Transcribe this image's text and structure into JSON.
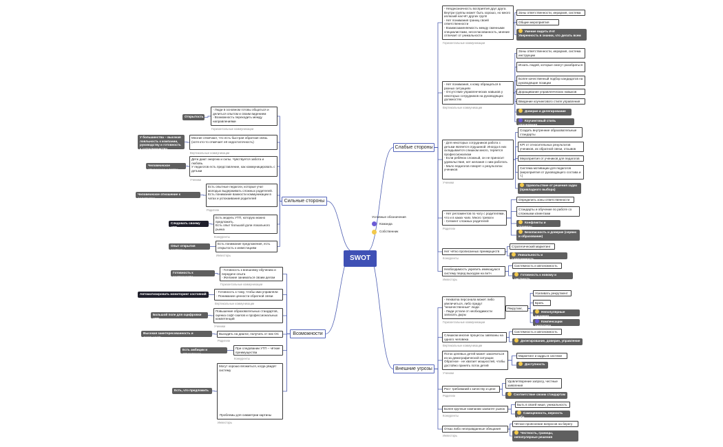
{
  "center": "SWOT",
  "legend": {
    "title": "Условные обозначения",
    "items": [
      "Команда",
      "Собственник"
    ]
  },
  "branches": {
    "strengths": "Сильные стороны",
    "weaknesses": "Слабые стороны",
    "opportunities": "Возможности",
    "threats": "Внешние угрозы"
  },
  "s": {
    "g1_text": "- Люди в основном готовы общаться и делиться опытом и своим видением\n- Возможность переходить между направлениями",
    "g1_cap": "Горизонтальные коммуникации",
    "g1_tag": "Открытость",
    "g2_text": "Многие отмечают, что есть быстрая обратная связь (хотя кто-то отмечает её недостаточность)",
    "g2_cap": "Вертикальные коммуникации",
    "g2_tag": "У большинства – высокая лояльность к компании, руководству и готовность к сотрудничеству",
    "g3_text": "Дети дают энергию и силы. Чувствуется забота и любовь.\nУ педагогов есть представление, как коммуницировать с детьми",
    "g3_cap": "Ученики",
    "g3_tag": "Человеческое отношение к детям",
    "g4_text": "Есть опытные педагоги, которые учат молодых выдерживать сложных родителей.\nЕсть понимание важности коммуникации в чатах и успокаивания родителей",
    "g4_cap": "Родители",
    "g4_tag": "Человеческое отношение к родителям",
    "g5_text": "Есть модель УТП, которую можно предложить.\nЕсть опыт большой доли локального рынка",
    "g5_cap": "Конкуренты",
    "g5_tag": "Следовать своему УТП",
    "g6_text": "Есть понимание предложения, есть открытость к инвестициям",
    "g6_cap": "Инвесторы",
    "g6_tag": "Опыт открытия системы"
  },
  "o": {
    "g1_text": "- Готовность к внешнему обучению и передаче опыта\n- Желание заниматься своим делом",
    "g1_cap": "Горизонтальные коммуникации",
    "g1_tag": "Готовность к системности",
    "g2_text": "- Готовность к тому, чтобы ими управляли\n- Понимание ценности обратной связи",
    "g2_cap": "Вертикальные коммуникации",
    "g2_tag": "Автоматизировать мониторинг состояний",
    "g3_text": "Повышение образовательных стандартов, оценка софт-скилов и профессиональных компетенций",
    "g3_cap": "Ученики",
    "g3_tag": "Большой поле для оцифровки УТП",
    "g4_text": "Выходить на диалог, получать от них ОС",
    "g4_cap": "Родители",
    "g4_tag": "Высокая заинтересованность и лояльность",
    "g5_text": "При следовании УТП – чёткие преимущества",
    "g5_cap": "Конкуренты",
    "g5_tag": "Есть амбиции и стремление",
    "g6_text_a": "Могут хорошо вложиться, когда увидят систему",
    "g6_text_b": "Проблемы для симметрии картины",
    "g6_cap": "Инвесторы",
    "g6_tag": "Есть, что предложить"
  },
  "w": {
    "g1_text": "- Неоднозначность восприятия друг друга. Внутри группы может быть хорошо, но много иллюзий насчёт других групп\n- Нет понимания границ своей ответственности\n- Взаимозаменяемость между сменными специалистами, несогласованность, мнение отличает от уникальности",
    "g1_cap": "Горизонтальные коммуникации",
    "g1_c1": "Зоны ответственности, иерархия, система",
    "g1_c2": "Общие мероприятия",
    "g1_tag": "Умение видеть И-И\nУверенность в знании, что делать всем",
    "g2_text": "- Нет понимания, к кому обращаться в разных ситуациях\n- Отсутствие управленческих навыков у некоторых сотрудников на руководящих должностях",
    "g2_cap": "Вертикальные коммуникации",
    "g2_c1": "Зоны ответственности, иерархия, система инструкции",
    "g2_c2": "Искать людей, которые смогут разобраться",
    "g2_c3": "Более качественный подбор кандидатов на руководящие позиции",
    "g2_c4": "Доращивание управленческих навыков",
    "g2_c5": "Введение коучингового стиля управления",
    "g2_t1": "Доверие и делегирование",
    "g2_t2": "Коучинговый стиль управления",
    "g3_text": "- Для некоторых сотрудников работа с детьми является отдушиной. Иногда в них складывается слишком много, теряется профессионализм\n- Если ребёнок сложный, он не приносит удовольствия, нет желания с ним работать\n- Мало педагогов говорят о результатах учеников",
    "g3_cap": "Ученики",
    "g3_c1": "Создать внутренние образовательные стандарты",
    "g3_c2": "KPI от относительных результатов учеников, их обратной связи, отзывов",
    "g3_c3": "Мероприятия от учеников для педагогов",
    "g3_c4": "Система мотивации для педагогов (мероприятия от руководящего состава и т.)",
    "g3_tag": "Удовольствие от решения задач (прикладного выбора)",
    "g4_text": "- Нет регламентов по чату с родителями, что и в каких чаях. Много тревоги\n- Сегмент сложных родителей",
    "g4_cap": "Родители",
    "g4_c1": "Определить зоны ответственности",
    "g4_c2": "Стандарты и обучение по работе со сложными клиентами",
    "g4_t1": "Конфликты и границы",
    "g4_t2": "Безопасность и доверие (сервис и образование)",
    "g5_text": "Нет чётко прописанных преимуществ",
    "g5_cap": "Конкуренты",
    "g5_c1": "Стратегический маркетинг",
    "g5_tag": "Уникальность и самоценность",
    "g6_text": "Необходимость укрепить имеющуюся систему перед выходом на питч",
    "g6_cap": "Инвесторы",
    "g6_c1": "Системность и автономность",
    "g6_tag": "Готовность к новому и честность"
  },
  "t": {
    "g1_text": "- Нехватка персонала может либо увеличиться, либо придут \"некачественные\" люди\n- Люди устали от необходимости запасать дыры",
    "g1_cap": "Горизонтальные коммуникации",
    "g1_mid": "Рекрутинг, hr",
    "g1_c1": "Усиливать рекрутмент",
    "g1_c2": "Брать HR",
    "g1_t1": "Непопулярные решения",
    "g1_t2": "Компенсации рекрутера",
    "g2_text": "Слишком многие процессы завязаны на одного человека",
    "g2_cap": "Вертикальные коммуникации",
    "g2_c1": "Системность и автономность",
    "g2_tag": "Делегирование, доверие, управление",
    "g3_text": "Поток целевых детей может закончиться из-за демографической ситуации\nОбратное - не хватает мощностей, чтобы достойно принять поток детей",
    "g3_cap": "Ученики",
    "g3_c1": "Маркетинг и кадры в системе",
    "g3_tag": "Доступность",
    "g4_text": "Рост требований к качеству и цене",
    "g4_cap": "Родители",
    "g4_c1": "Удовлетворение запросу, честные заявления",
    "g4_tag": "Соответствие своим стандартам",
    "g5_text": "Более крупные компании захватят рынок",
    "g5_cap": "Конкуренты",
    "g5_c1": "Быть в своей нише, уникальность",
    "g5_tag": "Самоценность, верность себе",
    "g6_text": "Отказ либо неоправданные обещания",
    "g6_cap": "Инвесторы",
    "g6_c1": "Чёткое прояснение вопросов на берегу",
    "g6_tag": "Честность, границы, непопулярные решения"
  }
}
